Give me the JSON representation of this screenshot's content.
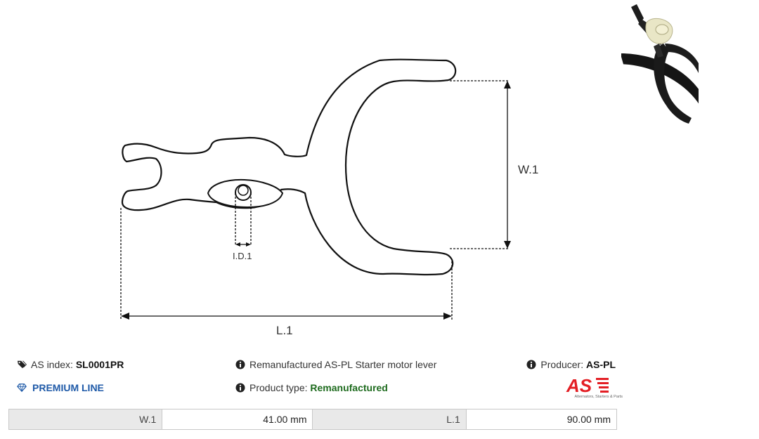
{
  "drawing": {
    "labels": {
      "width": "W.1",
      "inner_diameter": "I.D.1",
      "length": "L.1"
    }
  },
  "product": {
    "as_index_label": "AS index:",
    "as_index_value": "SL0001PR",
    "line_label": "PREMIUM LINE",
    "description": "Remanufactured AS-PL Starter motor lever",
    "product_type_label": "Product type:",
    "product_type_value": "Remanufactured",
    "producer_label": "Producer:",
    "producer_value": "AS-PL"
  },
  "logo": {
    "mark": "AS",
    "tagline": "Alternators, Starters & Parts",
    "color": "#e31e24"
  },
  "specs": [
    {
      "key": "W.1",
      "value": "41.00 mm"
    },
    {
      "key": "L.1",
      "value": "90.00 mm"
    }
  ],
  "colors": {
    "premium": "#1f5aa8",
    "type_value": "#1e6b1e",
    "table_key_bg": "#e9e9e9"
  },
  "icons": [
    "tags-icon",
    "diamond-icon",
    "info-circle-icon"
  ]
}
